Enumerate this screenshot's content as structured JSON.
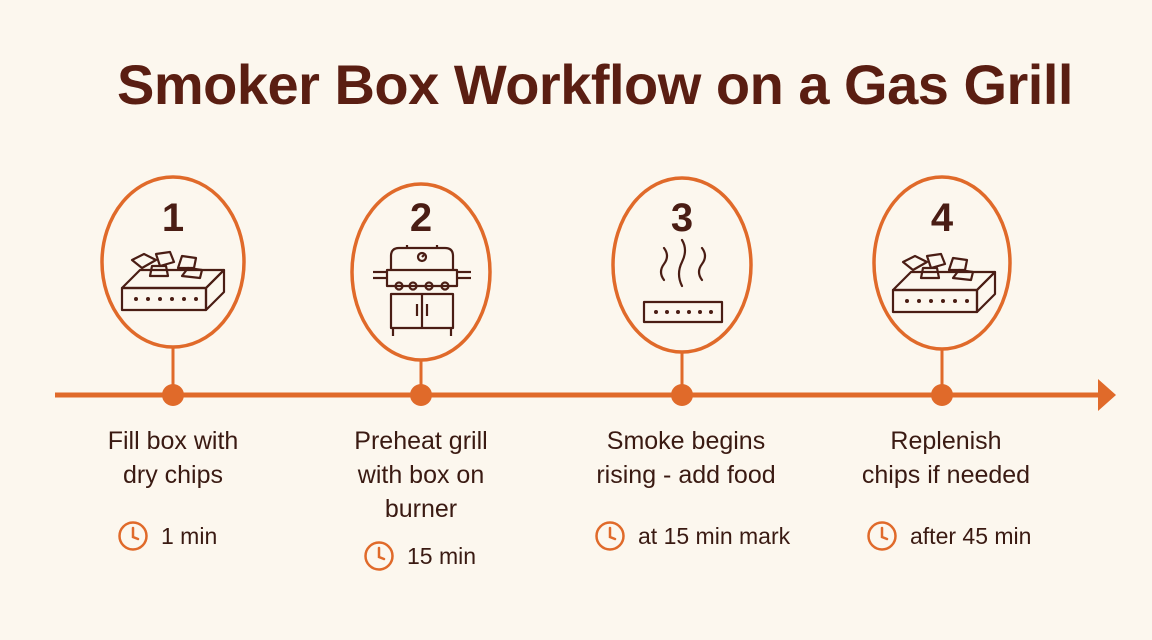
{
  "title": "Smoker Box Workflow on a Gas Grill",
  "steps": [
    {
      "number": "1",
      "icon": "smoker-box-icon",
      "label_line1": "Fill box with",
      "label_line2": "dry chips",
      "label_line3": "",
      "time": "1 min"
    },
    {
      "number": "2",
      "icon": "gas-grill-icon",
      "label_line1": "Preheat grill",
      "label_line2": "with box on",
      "label_line3": "burner",
      "time": "15 min"
    },
    {
      "number": "3",
      "icon": "smoking-box-icon",
      "label_line1": "Smoke begins",
      "label_line2": "rising - add food",
      "label_line3": "",
      "time": "at 15 min mark"
    },
    {
      "number": "4",
      "icon": "smoker-box-icon",
      "label_line1": "Replenish",
      "label_line2": "chips if needed",
      "label_line3": "",
      "time": "after 45 min"
    }
  ],
  "colors": {
    "accent": "#e06a2a",
    "title": "#5a1e12",
    "text": "#3a1a12",
    "background": "#fcf7ee"
  }
}
